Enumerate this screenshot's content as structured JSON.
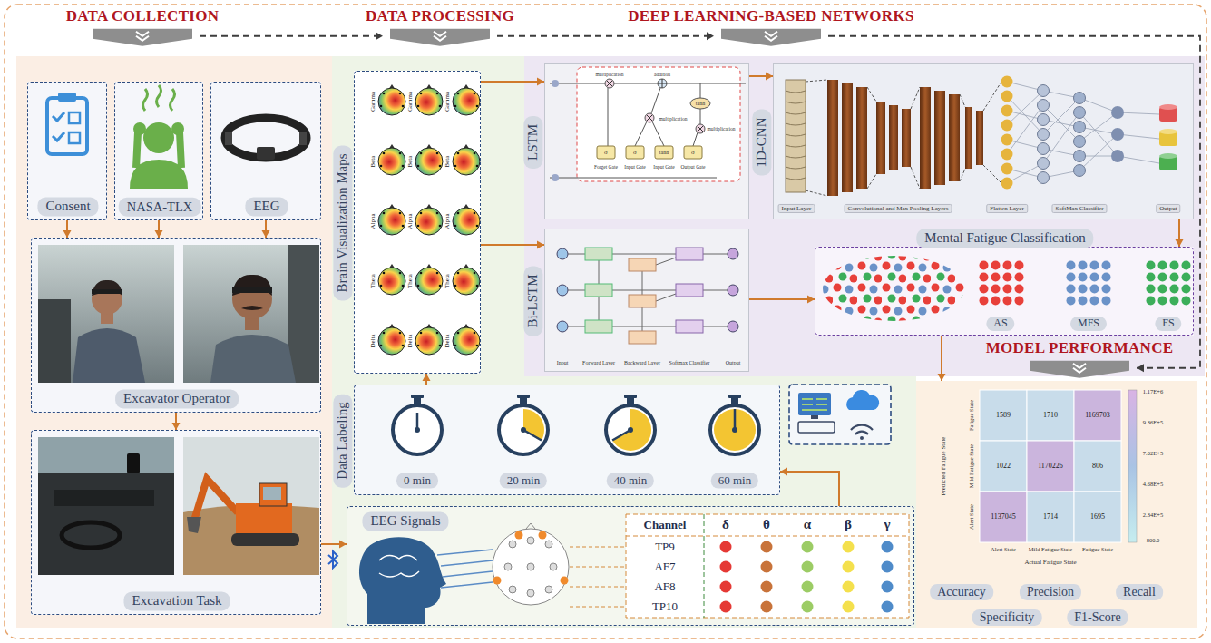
{
  "diagram": {
    "nodes": [
      {
        "text": [
          "DATA COLLECTION"
        ]
      },
      {
        "text": [
          "DATA PROCESSING"
        ]
      },
      {
        "text": [
          "DEEP LEARNING-BASED NETWORKS"
        ]
      },
      {
        "text": [
          "MODEL PERFORMANCE"
        ]
      },
      {
        "text": [
          "Consent"
        ],
        "in": 0
      },
      {
        "text": [
          "NASA-TLX"
        ],
        "in": 0
      },
      {
        "text": [
          "EEG"
        ],
        "in": 0
      },
      {
        "text": [
          "Excavator Operator"
        ],
        "in": 0
      },
      {
        "text": [
          "Excavation Task"
        ],
        "in": 0
      },
      {
        "text": [
          "Brain Visualization Maps"
        ],
        "in": 1
      },
      {
        "text": [
          "LSTM"
        ],
        "in": 2
      },
      {
        "text": [
          "Bi-LSTM"
        ],
        "in": 2
      },
      {
        "text": [
          "1D-CNN"
        ],
        "in": 2
      },
      {
        "text": [
          "Mental Fatigue Classification"
        ],
        "in": 2
      },
      {
        "text": [
          "Data Labeling"
        ],
        "in": 1
      },
      {
        "text": [
          "EEG Signals"
        ],
        "in": 1
      }
    ],
    "edges": [
      {
        "from": 0,
        "to": 1,
        "arrow": "to"
      },
      {
        "from": 1,
        "to": 2,
        "arrow": "to"
      },
      {
        "from": 2,
        "to": 3,
        "arrow": "to"
      },
      {
        "from": 4,
        "to": 7,
        "arrow": "to"
      },
      {
        "from": 5,
        "to": 7,
        "arrow": "to"
      },
      {
        "from": 6,
        "to": 7,
        "arrow": "to"
      },
      {
        "from": 7,
        "to": 8,
        "arrow": "to"
      },
      {
        "from": 8,
        "to": 15,
        "arrow": "to"
      },
      {
        "from": 15,
        "to": 14,
        "arrow": "to"
      },
      {
        "from": 14,
        "to": 9,
        "arrow": "to"
      },
      {
        "from": 9,
        "to": 10,
        "arrow": "to"
      },
      {
        "from": 9,
        "to": 11,
        "arrow": "to"
      },
      {
        "from": 10,
        "to": 12,
        "arrow": "to"
      },
      {
        "from": 11,
        "to": 13,
        "arrow": "to"
      },
      {
        "from": 12,
        "to": 13,
        "arrow": "to"
      },
      {
        "from": 13,
        "to": 3,
        "arrow": "to"
      }
    ],
    "labels": [
      "Gamma",
      "Gamma",
      "Gamma",
      "Beta",
      "Beta",
      "Beta",
      "Alpha",
      "Alpha",
      "Alpha",
      "Theta",
      "Theta",
      "Theta",
      "Delta",
      "Delta",
      "Delta",
      "multiplication",
      "addition",
      "tanh",
      "multiplication",
      "multiplication",
      "σ",
      "σ",
      "tanh",
      "σ",
      "Forget Gate",
      "Input Gate",
      "Input Gate",
      "Output Gate",
      "Input",
      "Forward Layer",
      "Backward Layer",
      "Softmax Classifier",
      "Output",
      "Input Layer",
      "Convolutional and Max Pooling Layers",
      "Flatten Layer",
      "SoftMax Classifier",
      "Output",
      "AS",
      "MFS",
      "FS",
      "0 min",
      "20 min",
      "40 min",
      "60 min",
      "Channel",
      "δ",
      "θ",
      "α",
      "β",
      "γ",
      "TP9",
      "AF7",
      "AF8",
      "TP10",
      "1589",
      "1710",
      "1169703",
      "1022",
      "1170226",
      "806",
      "1137045",
      "1714",
      "1695",
      "Predicted Fatigue State",
      "Fatigue State",
      "Mild Fatigue State",
      "Alert State",
      "Alert State",
      "Mild Fatigue State",
      "Fatigue State",
      "Actual Fatigue State",
      "1.17E+6",
      "9.36E+5",
      "7.02E+5",
      "4.68E+5",
      "2.34E+5",
      "800.0",
      "Accuracy",
      "Precision",
      "Recall",
      "Specificity",
      "F1-Score"
    ]
  }
}
